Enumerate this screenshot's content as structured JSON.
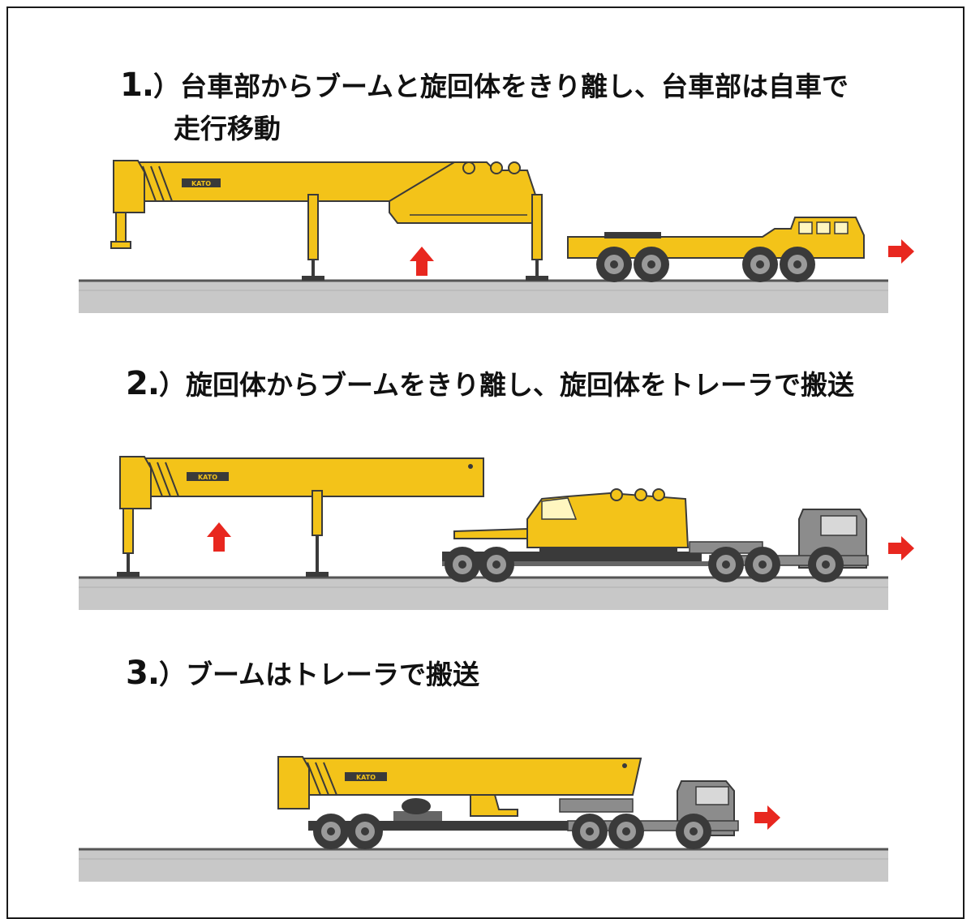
{
  "steps": [
    {
      "number": "1.",
      "text": "）台車部からブームと旋回体をきり離し、台車部は自車で",
      "text2": "走行移動"
    },
    {
      "number": "2.",
      "text": "）旋回体からブームをきり離し、旋回体をトレーラで搬送"
    },
    {
      "number": "3.",
      "text": "）ブームはトレーラで搬送"
    }
  ],
  "logo_text": "KATO",
  "colors": {
    "crane_yellow": "#f3c319",
    "crane_dark": "#3a3a3a",
    "tractor_gray": "#8c8c8c",
    "ground": "#c8c8c8",
    "arrow_red": "#e8271f"
  }
}
